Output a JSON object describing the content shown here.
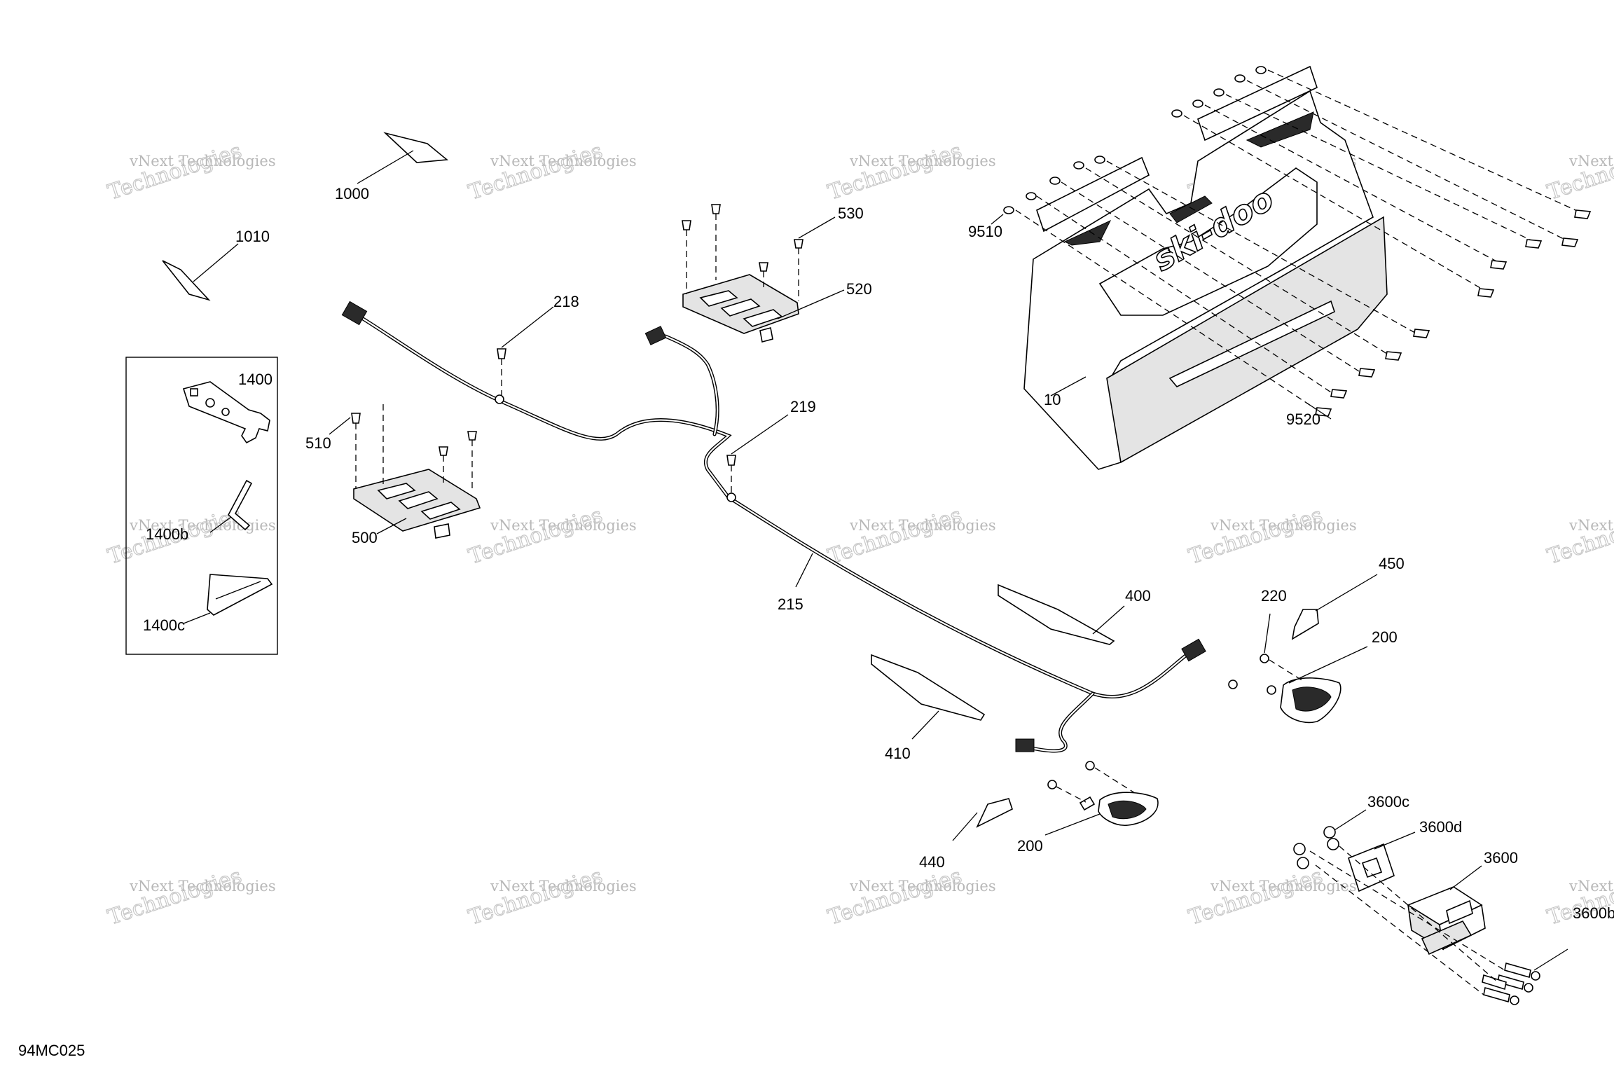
{
  "diagram": {
    "figure_code": "94MC025",
    "watermark": {
      "line1": "vNext Technologies",
      "line2": "Technologies"
    },
    "labels": {
      "p1000": "1000",
      "p1010": "1010",
      "p1400": "1400",
      "p1400b": "1400b",
      "p1400c": "1400c",
      "p218": "218",
      "p219": "219",
      "p215": "215",
      "p510": "510",
      "p500": "500",
      "p530": "530",
      "p520": "520",
      "p9510": "9510",
      "p10": "10",
      "p9520": "9520",
      "p400": "400",
      "p410": "410",
      "p450": "450",
      "p220": "220",
      "p200a": "200",
      "p200b": "200",
      "p440": "440",
      "p3600c": "3600c",
      "p3600d": "3600d",
      "p3600": "3600",
      "p3600b": "3600b"
    },
    "logo_text": "ski-doo"
  }
}
